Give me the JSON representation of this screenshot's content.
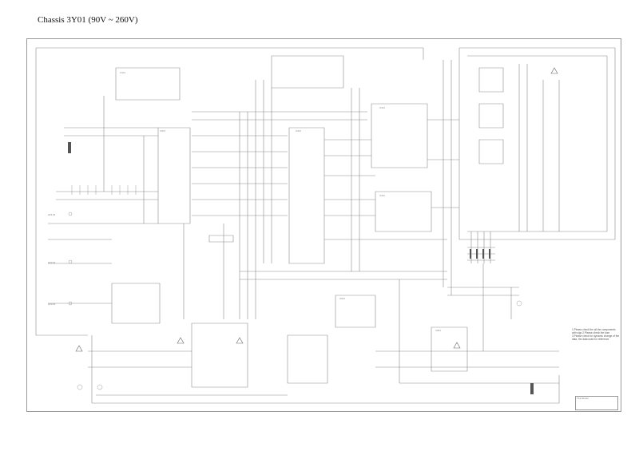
{
  "page": {
    "title": "Chassis 3Y01 (90V ~ 260V)"
  },
  "note": {
    "text": "1.Please check the all the components with sign 2.Please check the fuse 3.Please check for dynamic change of the data, the data used for reference"
  },
  "title_block": {
    "text": "TCL.tcl.com"
  },
  "labels": {
    "input_1": "AV1 IN",
    "input_2": "AV2 IN",
    "input_3": "AV3 IN"
  }
}
